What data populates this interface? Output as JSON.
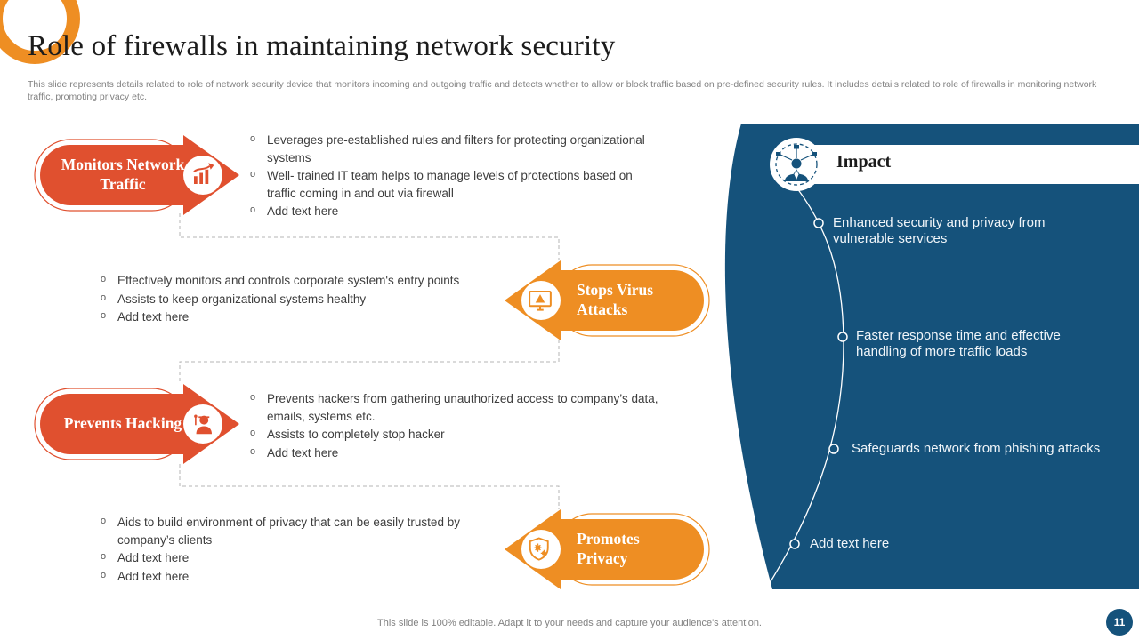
{
  "slide": {
    "title": "Role of firewalls in maintaining network security",
    "subtitle": "This slide represents details related to role of network security device that monitors incoming and outgoing traffic and detects whether to allow or block traffic based on pre-defined security rules. It includes details related to role of firewalls in monitoring network traffic, promoting privacy etc.",
    "footer": "This slide is 100% editable. Adapt it to your needs and capture your audience's attention.",
    "page_number": "11"
  },
  "colors": {
    "red_arrow": "#E0502F",
    "orange_arrow": "#EE8E23",
    "panel_blue": "#15527B"
  },
  "sections": [
    {
      "label": "Monitors Network Traffic",
      "icon": "traffic-monitor-icon",
      "bullets": [
        "Leverages pre-established rules and filters for protecting organizational systems",
        "Well- trained IT team helps to manage levels of protections based on traffic coming in and out via firewall",
        "Add text here"
      ]
    },
    {
      "label": "Stops Virus Attacks",
      "icon": "virus-warning-icon",
      "bullets": [
        "Effectively monitors and controls corporate system's entry points",
        "Assists to keep organizational systems healthy",
        "Add text here"
      ]
    },
    {
      "label": "Prevents Hacking",
      "icon": "hacker-icon",
      "bullets": [
        "Prevents hackers from gathering unauthorized access to company’s data, emails, systems etc.",
        "Assists to completely stop hacker",
        "Add text here"
      ]
    },
    {
      "label": "Promotes Privacy",
      "icon": "privacy-shield-icon",
      "bullets": [
        "Aids to build environment of privacy that can be easily trusted by company’s clients",
        "Add text here",
        "Add text here"
      ]
    }
  ],
  "impact": {
    "heading": "Impact",
    "items": [
      "Enhanced security and privacy from vulnerable services",
      "Faster response time and effective handling of more traffic loads",
      "Safeguards network from phishing attacks",
      "Add text here"
    ]
  }
}
